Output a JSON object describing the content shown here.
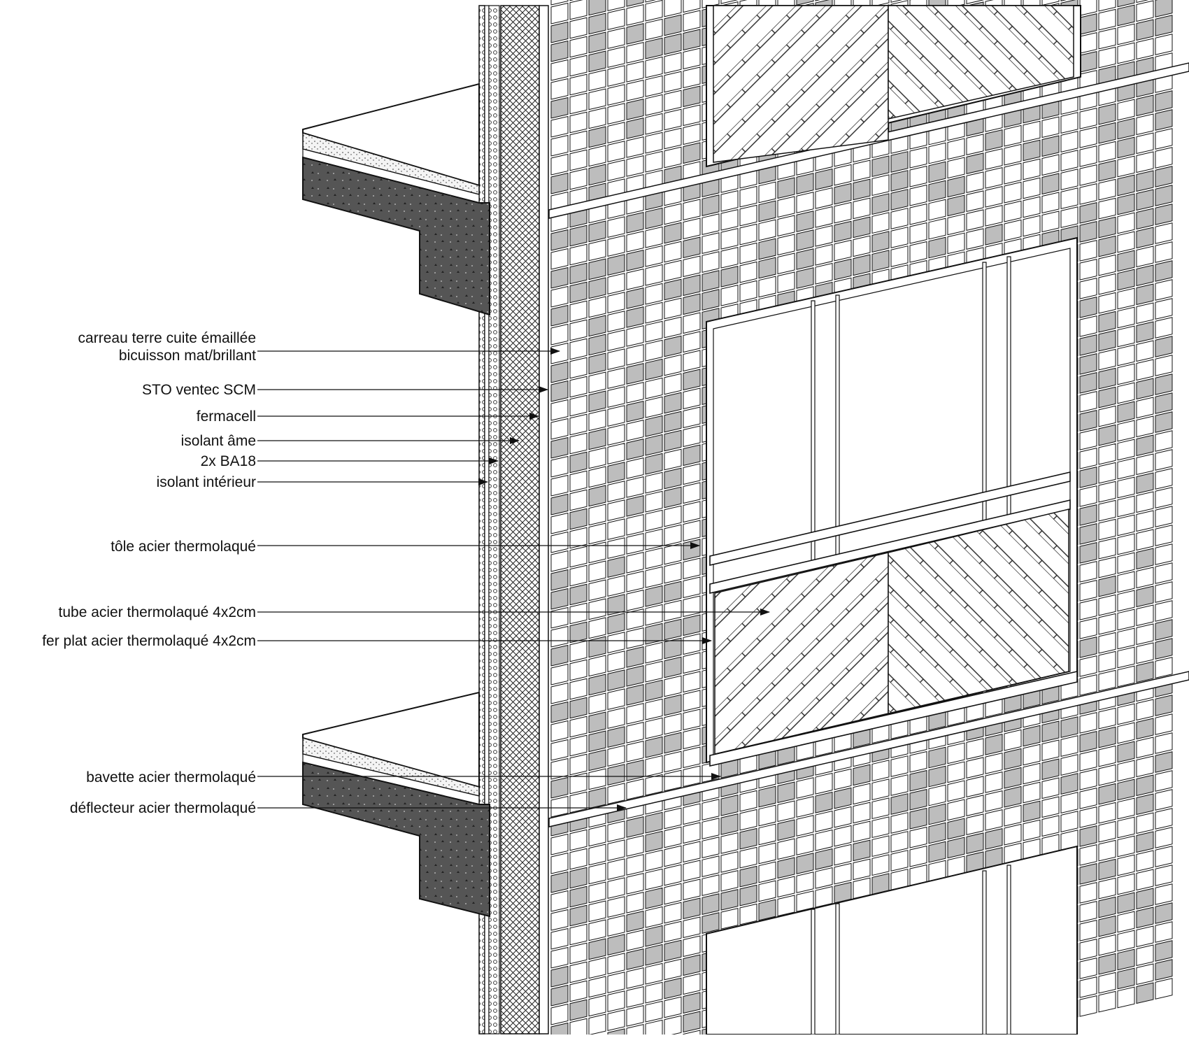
{
  "drawing": {
    "labels": [
      {
        "id": "carreau",
        "lines": [
          "carreau terre cuite émaillée",
          "bicuisson mat/brillant"
        ]
      },
      {
        "id": "sto",
        "lines": [
          "STO ventec SCM"
        ]
      },
      {
        "id": "fermacell",
        "lines": [
          "fermacell"
        ]
      },
      {
        "id": "isolant-ame",
        "lines": [
          "isolant âme"
        ]
      },
      {
        "id": "ba18",
        "lines": [
          "2x BA18"
        ]
      },
      {
        "id": "isolant-interieur",
        "lines": [
          "isolant intérieur"
        ]
      },
      {
        "id": "tole",
        "lines": [
          "tôle acier thermolaqué"
        ]
      },
      {
        "id": "tube",
        "lines": [
          "tube acier thermolaqué 4x2cm"
        ]
      },
      {
        "id": "fer-plat",
        "lines": [
          "fer plat acier thermolaqué 4x2cm"
        ]
      },
      {
        "id": "bavette",
        "lines": [
          "bavette acier thermolaqué"
        ]
      },
      {
        "id": "deflecteur",
        "lines": [
          "déflecteur acier thermolaqué"
        ]
      }
    ],
    "colors": {
      "ink": "#111111",
      "concrete": "#555555",
      "tile_light": "#ffffff",
      "tile_dark": "#bdbdbd"
    }
  }
}
